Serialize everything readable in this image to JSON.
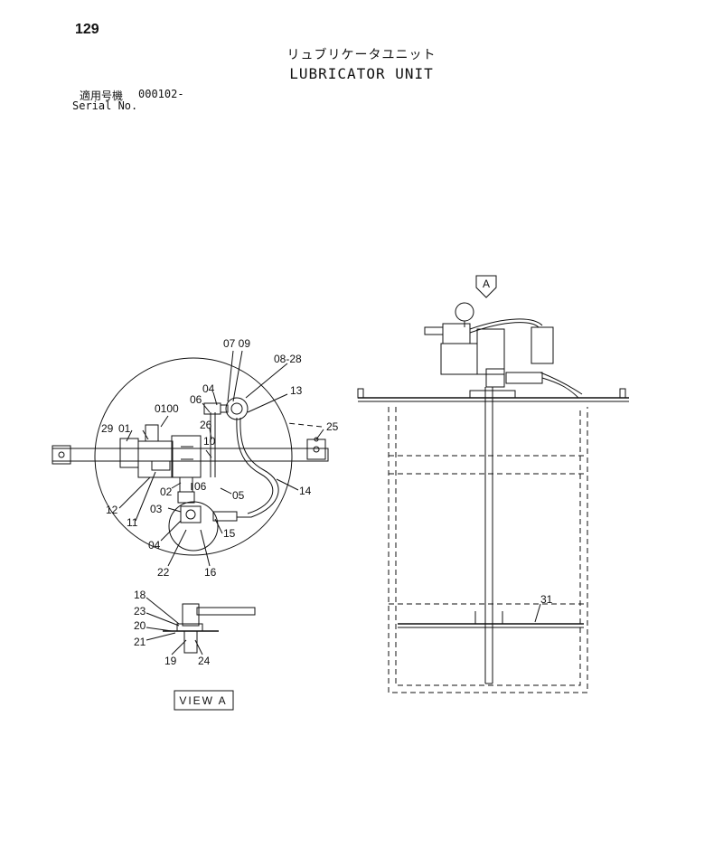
{
  "header": {
    "page_number": "129",
    "title_ja": "リュブリケータユニット",
    "title_en": "LUBRICATOR UNIT",
    "serial_label_ja": "適用号機",
    "serial_value": "000102-",
    "serial_label_en": "Serial No."
  },
  "diagram": {
    "view_arrow_label": "A",
    "view_a_caption": "VIEW A",
    "part_labels": {
      "p0709": "07 09",
      "p0828": "08-28",
      "p04a": "04",
      "p06a": "06",
      "p13": "13",
      "p0100": "0100",
      "p26": "26",
      "p25": "25",
      "p29": "29",
      "p01": "01",
      "p10": "10",
      "p02": "02",
      "p06b": "06",
      "p05": "05",
      "p14": "14",
      "p12": "12",
      "p03": "03",
      "p11": "11",
      "p15": "15",
      "p04b": "04",
      "p22": "22",
      "p16": "16",
      "p18": "18",
      "p23": "23",
      "p20": "20",
      "p21": "21",
      "p19": "19",
      "p24": "24",
      "p31": "31"
    }
  }
}
